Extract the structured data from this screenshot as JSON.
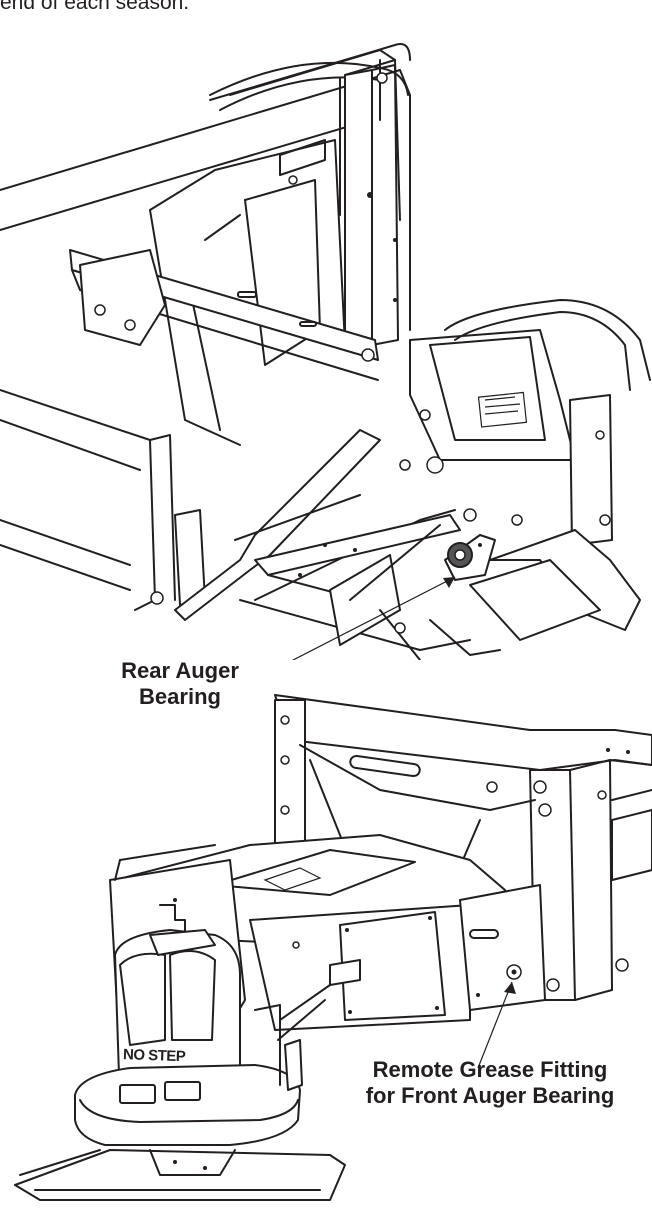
{
  "header": {
    "text": "end of each season."
  },
  "figure_top": {
    "callout": {
      "line1": "Rear Auger",
      "line2": "Bearing"
    }
  },
  "figure_bottom": {
    "callout": {
      "line1": "Remote Grease Fitting",
      "line2": "for Front Auger Bearing"
    },
    "decal": {
      "text": "NO STEP"
    }
  },
  "colors": {
    "ink": "#231f20",
    "paper": "#ffffff"
  }
}
